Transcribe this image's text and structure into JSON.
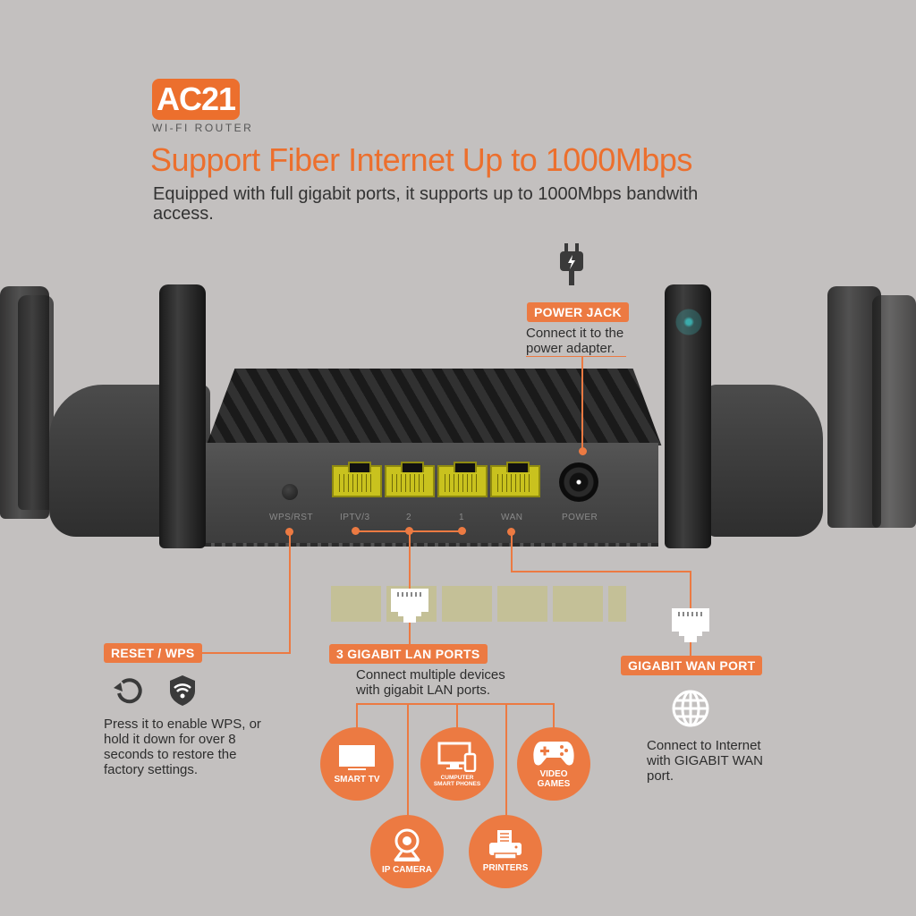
{
  "header": {
    "logo_text": "AC21",
    "logo_subtitle": "WI-FI ROUTER",
    "headline": "Support Fiber Internet Up to 1000Mbps",
    "subheadline": "Equipped with full gigabit ports, it supports up to 1000Mbps bandwith access."
  },
  "router": {
    "port_labels": {
      "wps": "WPS/RST",
      "lan3": "IPTV/3",
      "lan2": "2",
      "lan1": "1",
      "wan": "WAN",
      "power": "POWER"
    }
  },
  "callouts": {
    "power_jack": {
      "icon": "power-plug-icon",
      "title": "POWER JACK",
      "description": "Connect it to the power adapter."
    },
    "reset_wps": {
      "icons": [
        "reset-icon",
        "wifi-shield-icon"
      ],
      "title": "RESET / WPS",
      "description": "Press it to enable WPS, or hold it down for over 8 seconds to restore the factory settings."
    },
    "lan_ports": {
      "icon": "ethernet-port-icon",
      "title": "3 GIGABIT LAN PORTS",
      "description": "Connect multiple devices with gigabit LAN ports.",
      "devices": [
        {
          "icon": "tv-icon",
          "label": "SMART TV"
        },
        {
          "icon": "webcam-icon",
          "label": "IP CAMERA"
        },
        {
          "icon": "computer-phone-icon",
          "label": "CUMPUTER SMART PHONES"
        },
        {
          "icon": "printer-icon",
          "label": "PRINTERS"
        },
        {
          "icon": "gamepad-icon",
          "label": "VIDEO GAMES"
        }
      ]
    },
    "wan_port": {
      "icon": "globe-icon",
      "title": "GIGABIT WAN PORT",
      "description": "Connect to Internet with GIGABIT WAN port."
    }
  },
  "colors": {
    "background": "#c3c0bf",
    "accent": "#ec7a42",
    "headline": "#ec6f2d",
    "port_yellow": "#c9c21e"
  }
}
